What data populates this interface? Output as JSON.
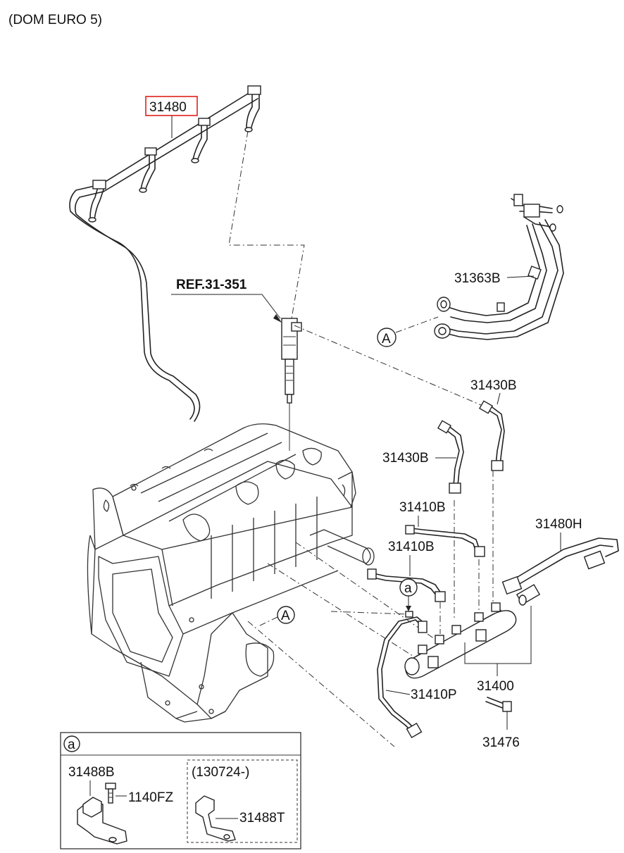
{
  "header": {
    "variant": "(DOM EURO 5)"
  },
  "callouts": {
    "p31480": "31480",
    "ref": "REF.31-351",
    "p31363B": "31363B",
    "a_big_1": "A",
    "a_big_2": "A",
    "p31430B_1": "31430B",
    "p31430B_2": "31430B",
    "p31410B_1": "31410B",
    "p31410B_2": "31410B",
    "p31480H": "31480H",
    "a_small": "a",
    "p31410P": "31410P",
    "p31400": "31400",
    "p31476": "31476"
  },
  "detail_a": {
    "tag": "a",
    "p31488B": "31488B",
    "p1140FZ": "1140FZ",
    "date_range": "(130724-)",
    "p31488T": "31488T"
  },
  "colors": {
    "highlight_box": "#e0201c",
    "line": "#222222"
  }
}
